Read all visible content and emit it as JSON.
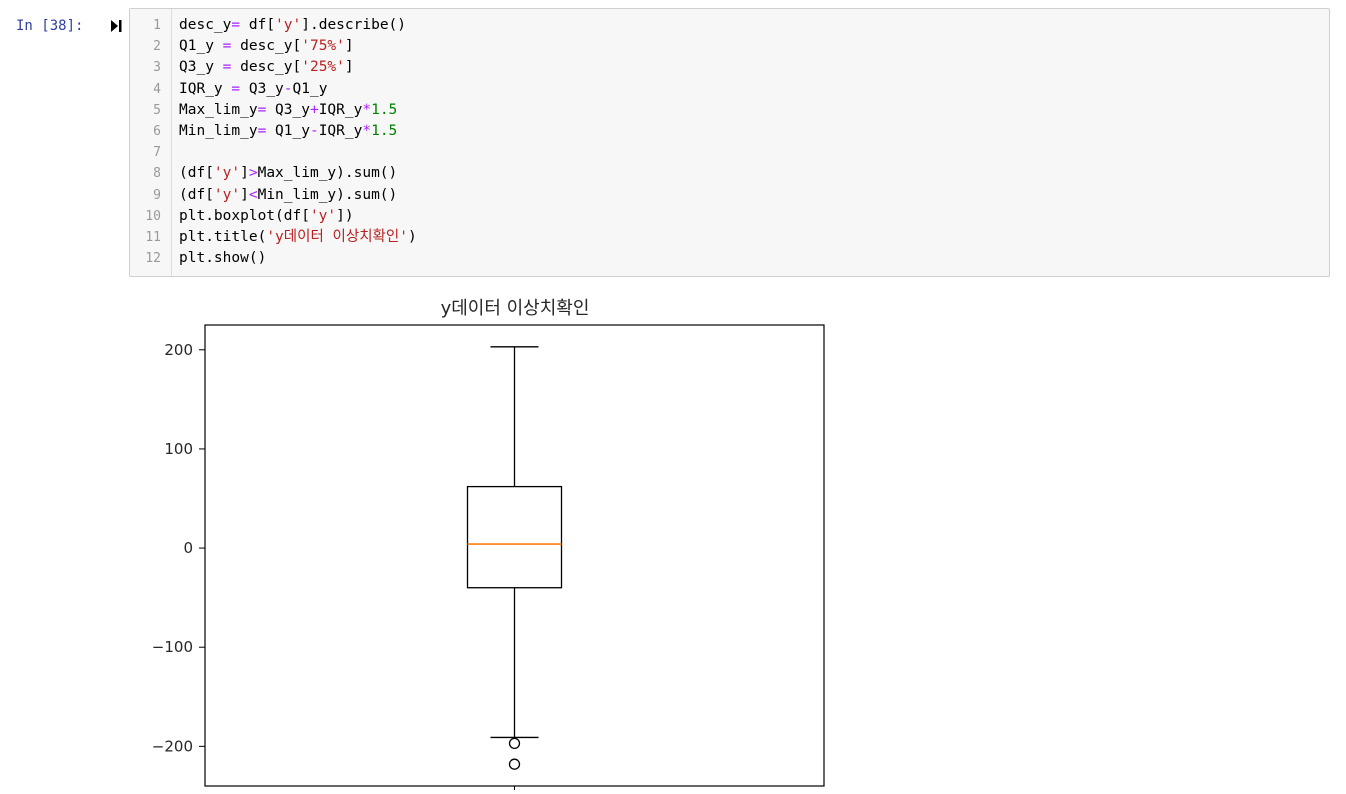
{
  "cell": {
    "prompt": "In [38]:",
    "run_icon": "run-cell-icon",
    "lines": [
      [
        {
          "t": "desc_y",
          "c": "n"
        },
        {
          "t": "=",
          "c": "o"
        },
        {
          "t": " df[",
          "c": "n"
        },
        {
          "t": "'y'",
          "c": "s"
        },
        {
          "t": "].describe()",
          "c": "n"
        }
      ],
      [
        {
          "t": "Q1_y ",
          "c": "n"
        },
        {
          "t": "=",
          "c": "o"
        },
        {
          "t": " desc_y[",
          "c": "n"
        },
        {
          "t": "'75%'",
          "c": "s"
        },
        {
          "t": "]",
          "c": "n"
        }
      ],
      [
        {
          "t": "Q3_y ",
          "c": "n"
        },
        {
          "t": "=",
          "c": "o"
        },
        {
          "t": " desc_y[",
          "c": "n"
        },
        {
          "t": "'25%'",
          "c": "s"
        },
        {
          "t": "]",
          "c": "n"
        }
      ],
      [
        {
          "t": "IQR_y ",
          "c": "n"
        },
        {
          "t": "=",
          "c": "o"
        },
        {
          "t": " Q3_y",
          "c": "n"
        },
        {
          "t": "-",
          "c": "o"
        },
        {
          "t": "Q1_y",
          "c": "n"
        }
      ],
      [
        {
          "t": "Max_lim_y",
          "c": "n"
        },
        {
          "t": "=",
          "c": "o"
        },
        {
          "t": " Q3_y",
          "c": "n"
        },
        {
          "t": "+",
          "c": "o"
        },
        {
          "t": "IQR_y",
          "c": "n"
        },
        {
          "t": "*",
          "c": "o"
        },
        {
          "t": "1.5",
          "c": "d"
        }
      ],
      [
        {
          "t": "Min_lim_y",
          "c": "n"
        },
        {
          "t": "=",
          "c": "o"
        },
        {
          "t": " Q1_y",
          "c": "n"
        },
        {
          "t": "-",
          "c": "o"
        },
        {
          "t": "IQR_y",
          "c": "n"
        },
        {
          "t": "*",
          "c": "o"
        },
        {
          "t": "1.5",
          "c": "d"
        }
      ],
      [],
      [
        {
          "t": "(df[",
          "c": "n"
        },
        {
          "t": "'y'",
          "c": "s"
        },
        {
          "t": "]",
          "c": "n"
        },
        {
          "t": ">",
          "c": "o"
        },
        {
          "t": "Max_lim_y).sum()",
          "c": "n"
        }
      ],
      [
        {
          "t": "(df[",
          "c": "n"
        },
        {
          "t": "'y'",
          "c": "s"
        },
        {
          "t": "]",
          "c": "n"
        },
        {
          "t": "<",
          "c": "o"
        },
        {
          "t": "Min_lim_y).sum()",
          "c": "n"
        }
      ],
      [
        {
          "t": "plt.boxplot(df[",
          "c": "n"
        },
        {
          "t": "'y'",
          "c": "s"
        },
        {
          "t": "])",
          "c": "n"
        }
      ],
      [
        {
          "t": "plt.title(",
          "c": "n"
        },
        {
          "t": "'y데이터 이상치확인'",
          "c": "s"
        },
        {
          "t": ")",
          "c": "n"
        }
      ],
      [
        {
          "t": "plt.show()",
          "c": "n"
        }
      ]
    ]
  },
  "colors": {
    "string": "#ba2121",
    "operator": "#aa22ff",
    "number": "#008000",
    "prompt": "#303f9f",
    "median": "#ff7f0e"
  },
  "chart_data": {
    "type": "box",
    "title": "y데이터 이상치확인",
    "xlabel": "",
    "ylabel": "",
    "ylim": [
      -240,
      225
    ],
    "yticks": [
      200,
      100,
      0,
      -100,
      -200
    ],
    "ytick_labels": [
      "200",
      "100",
      "0",
      "−100",
      "−200"
    ],
    "xticks": [
      1
    ],
    "xtick_labels": [],
    "grid": false,
    "box": {
      "whisker_high": 203,
      "q3": 62,
      "median": 4,
      "q1": -40,
      "whisker_low": -191,
      "outliers": [
        -197,
        -218
      ]
    }
  }
}
